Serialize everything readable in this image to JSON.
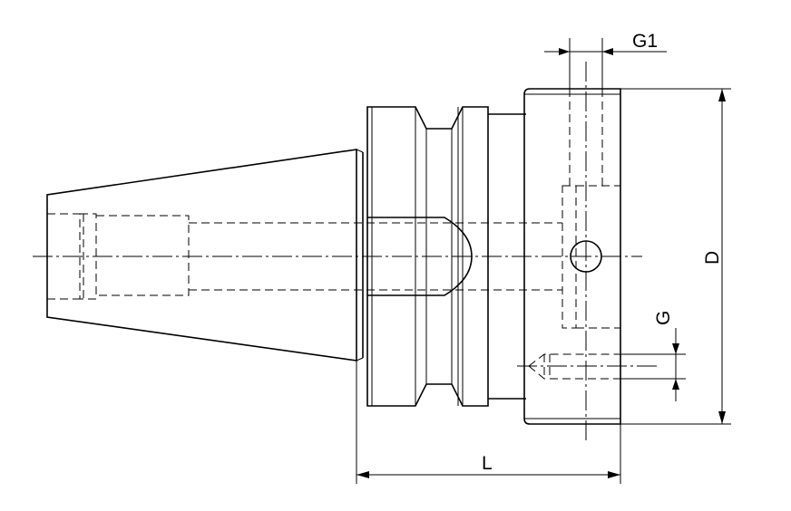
{
  "labels": {
    "g1": "G1",
    "d": "D",
    "g": "G",
    "l": "L"
  },
  "colors": {
    "line": "#000000",
    "background": "#ffffff"
  }
}
